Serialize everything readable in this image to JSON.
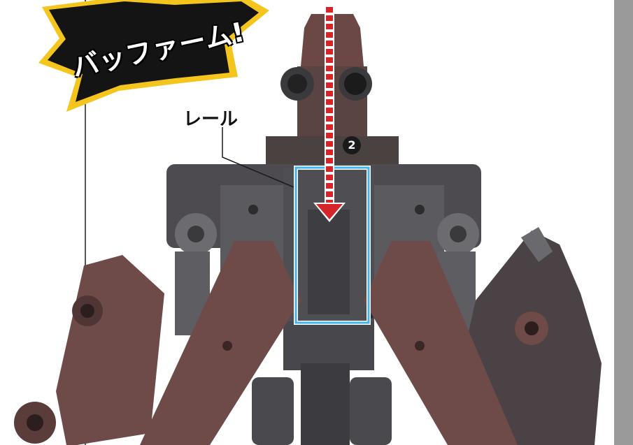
{
  "callout": {
    "text": "バッファーム!"
  },
  "label": {
    "rail": "レール"
  },
  "step": {
    "number": "2"
  },
  "colors": {
    "highlight_box": "#3fb4ee",
    "arrow": "#d3252a",
    "badge_fill": "#141414",
    "badge_border": "#f4c51c",
    "robot_body": "#4c4a4e",
    "robot_brown": "#6e4a48"
  }
}
